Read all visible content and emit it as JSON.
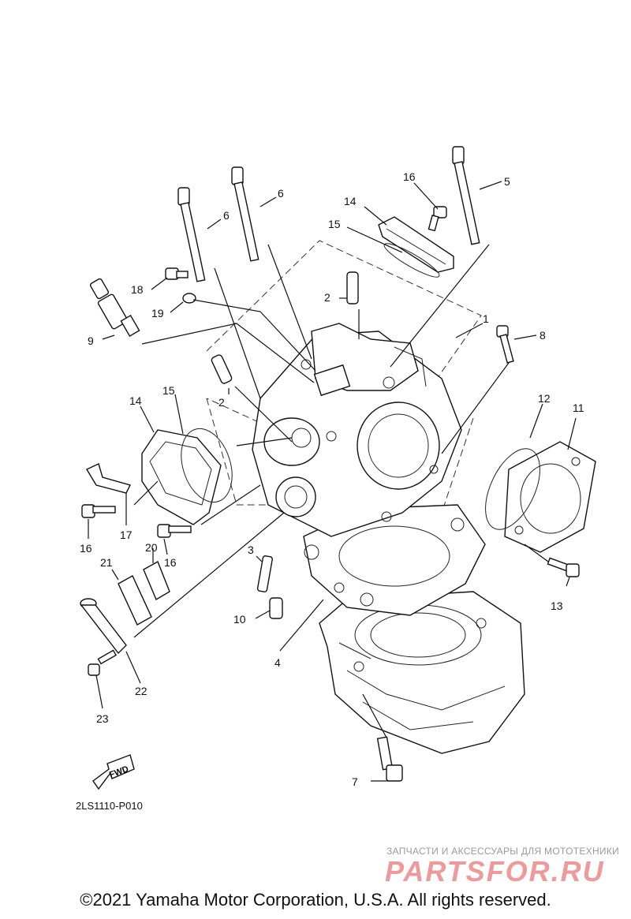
{
  "callouts": {
    "c1": "1",
    "c2a": "2",
    "c2b": "2",
    "c3": "3",
    "c4": "4",
    "c5": "5",
    "c6a": "6",
    "c6b": "6",
    "c7": "7",
    "c8": "8",
    "c9": "9",
    "c10": "10",
    "c11": "11",
    "c12": "12",
    "c13": "13",
    "c14a": "14",
    "c14b": "14",
    "c15a": "15",
    "c15b": "15",
    "c16a": "16",
    "c16b": "16",
    "c16c": "16",
    "c17": "17",
    "c18": "18",
    "c19": "19",
    "c20": "20",
    "c21": "21",
    "c22": "22",
    "c23": "23"
  },
  "fwd_label": "FWD",
  "diagram_code": "2LS1110-P010",
  "watermark": {
    "tagline": "ЗАПЧАСТИ И АКСЕССУАРЫ ДЛЯ МОТОТЕХНИКИ",
    "brand": "PARTSFOR.RU"
  },
  "copyright": "©2021 Yamaha Motor Corporation, U.S.A. All rights reserved."
}
